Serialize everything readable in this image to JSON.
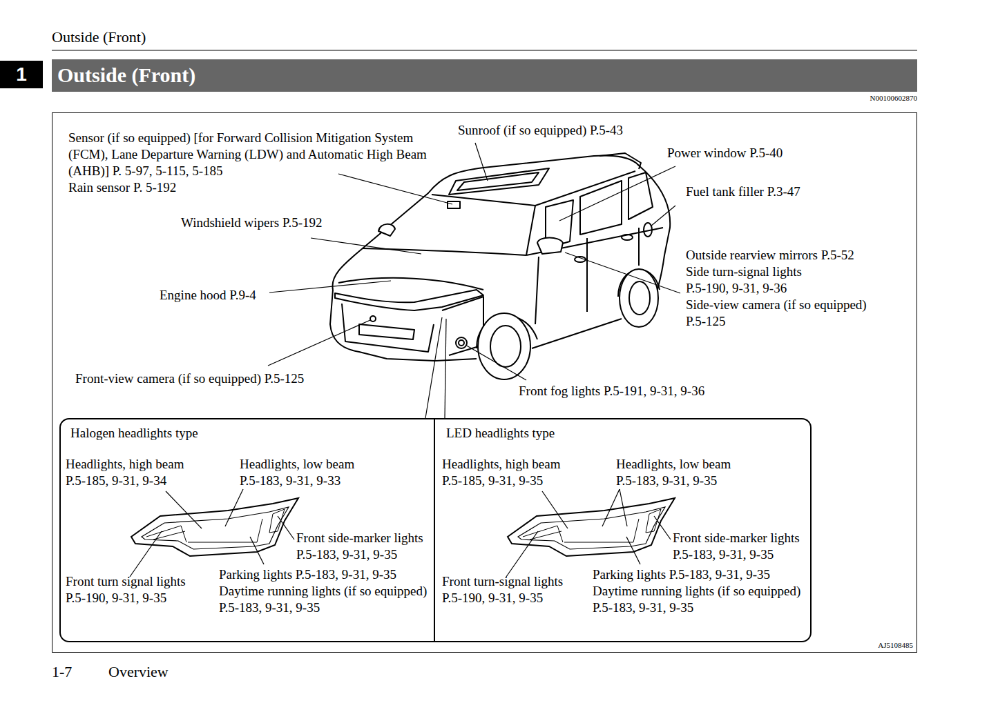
{
  "diagram": {
    "title": "Outside (Front)",
    "nodes": [
      {
        "text": [
          "Halogen headlights type"
        ]
      },
      {
        "text": [
          "LED headlights type"
        ]
      }
    ],
    "labels": [
      "Outside (Front)",
      "1",
      "N00100602870",
      "Sensor (if so equipped) [for Forward Collision Mitigation System (FCM), Lane Departure Warning (LDW) and Automatic High Beam (AHB)] P. 5-97, 5-115, 5-185",
      "Rain sensor P. 5-192",
      "Sunroof (if so equipped) P.5-43",
      "Power window P.5-40",
      "Fuel tank filler P.3-47",
      "Windshield wipers P.5-192",
      "Outside rearview mirrors P.5-52",
      "Side turn-signal lights P.5-190, 9-31, 9-36",
      "Side-view camera (if so equipped) P.5-125",
      "Engine hood P.9-4",
      "Front-view camera (if so equipped) P.5-125",
      "Front fog lights P.5-191, 9-31, 9-36",
      "Headlights, high beam P.5-185, 9-31, 9-34",
      "Headlights, low beam P.5-183, 9-31, 9-33",
      "Front side-marker lights P.5-183, 9-31, 9-35",
      "Front turn signal lights P.5-190, 9-31, 9-35",
      "Parking lights P.5-183, 9-31, 9-35",
      "Daytime running lights (if so equipped) P.5-183, 9-31, 9-35",
      "Headlights, high beam P.5-185, 9-31, 9-35",
      "Headlights, low beam P.5-183, 9-31, 9-35",
      "Front side-marker lights P.5-183, 9-31, 9-35",
      "Front turn-signal lights P.5-190, 9-31, 9-35",
      "Parking lights P.5-183, 9-31, 9-35",
      "Daytime running lights (if so equipped) P.5-183, 9-31, 9-35",
      "AJ5108485",
      "1-7",
      "Overview"
    ]
  }
}
